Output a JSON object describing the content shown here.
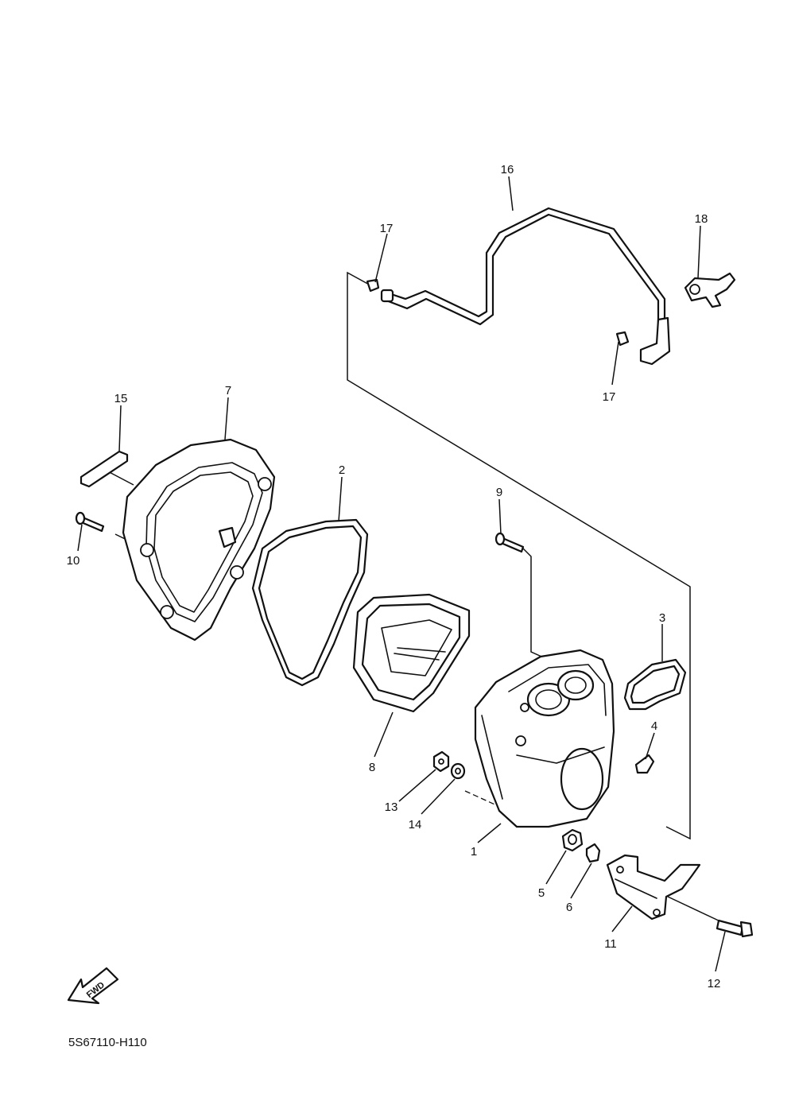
{
  "diagram_code": "5S67110-H110",
  "direction_label": "FWD",
  "callouts": [
    {
      "id": "1",
      "text": "1"
    },
    {
      "id": "2",
      "text": "2"
    },
    {
      "id": "3",
      "text": "3"
    },
    {
      "id": "4",
      "text": "4"
    },
    {
      "id": "5",
      "text": "5"
    },
    {
      "id": "6",
      "text": "6"
    },
    {
      "id": "7",
      "text": "7"
    },
    {
      "id": "8",
      "text": "8"
    },
    {
      "id": "9",
      "text": "9"
    },
    {
      "id": "10",
      "text": "10"
    },
    {
      "id": "11",
      "text": "11"
    },
    {
      "id": "12",
      "text": "12"
    },
    {
      "id": "13",
      "text": "13"
    },
    {
      "id": "14",
      "text": "14"
    },
    {
      "id": "15",
      "text": "15"
    },
    {
      "id": "16",
      "text": "16"
    },
    {
      "id": "17a",
      "text": "17"
    },
    {
      "id": "17b",
      "text": "17"
    },
    {
      "id": "18",
      "text": "18"
    }
  ],
  "icons": [
    "fwd-arrow-icon"
  ]
}
